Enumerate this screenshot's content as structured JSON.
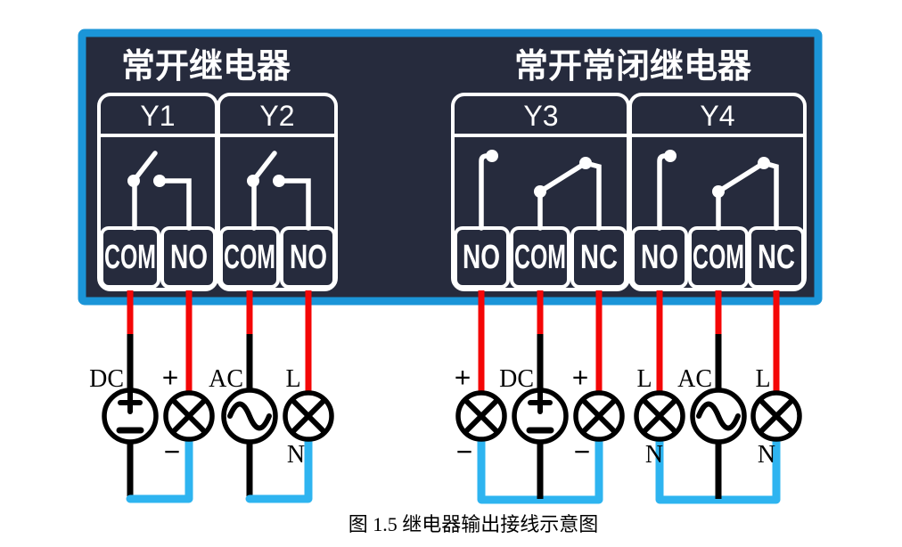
{
  "figure": {
    "caption": "图 1.5 继电器输出接线示意图"
  },
  "colors": {
    "panel_background": "#262b3d",
    "panel_border_blue": "#1b95d8",
    "wire_red": "#f40606",
    "wire_black": "#000000",
    "wire_blue": "#2eb4f0",
    "diagram_white": "#ffffff"
  },
  "panel": {
    "groups": [
      {
        "title": "常开继电器",
        "relays": [
          {
            "label": "Y1",
            "terminals": [
              "COM",
              "NO"
            ]
          },
          {
            "label": "Y2",
            "terminals": [
              "COM",
              "NO"
            ]
          }
        ]
      },
      {
        "title": "常开常闭继电器",
        "relays": [
          {
            "label": "Y3",
            "terminals": [
              "NO",
              "COM",
              "NC"
            ]
          },
          {
            "label": "Y4",
            "terminals": [
              "NO",
              "COM",
              "NC"
            ]
          }
        ]
      }
    ]
  },
  "wiring": {
    "y1_circuit": {
      "source_label": "DC",
      "load_plus": "+",
      "load_minus": "−"
    },
    "y2_circuit": {
      "source_label": "AC",
      "load_live": "L",
      "load_neutral": "N"
    },
    "y3_circuit": {
      "source_label": "DC",
      "no_load_plus": "+",
      "no_load_minus": "−",
      "nc_load_plus": "+",
      "nc_load_minus": "−"
    },
    "y4_circuit": {
      "source_label": "AC",
      "no_load_live": "L",
      "no_load_neutral": "N",
      "nc_load_live": "L",
      "nc_load_neutral": "N"
    }
  }
}
